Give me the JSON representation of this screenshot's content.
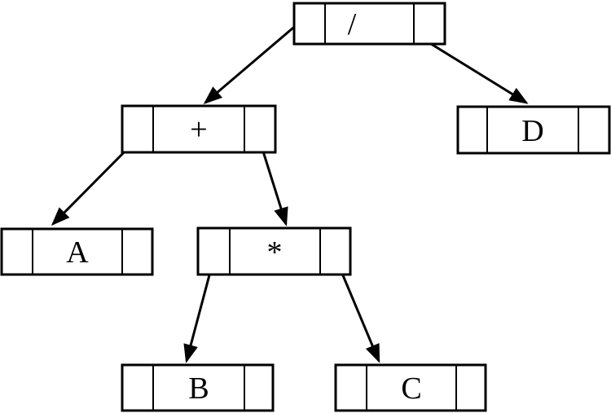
{
  "diagram": {
    "kind": "binary-expression-tree",
    "colors": {
      "stroke": "#000000",
      "background": "#ffffff"
    },
    "nodes": [
      {
        "id": "root",
        "label": "/"
      },
      {
        "id": "plus",
        "label": "+"
      },
      {
        "id": "D",
        "label": "D"
      },
      {
        "id": "A",
        "label": "A"
      },
      {
        "id": "star",
        "label": "*"
      },
      {
        "id": "B",
        "label": "B"
      },
      {
        "id": "C",
        "label": "C"
      }
    ],
    "edges": [
      {
        "from": "root",
        "fromCell": "left-pointer",
        "to": "plus"
      },
      {
        "from": "root",
        "fromCell": "right-pointer",
        "to": "D"
      },
      {
        "from": "plus",
        "fromCell": "left-pointer",
        "to": "A"
      },
      {
        "from": "plus",
        "fromCell": "right-pointer",
        "to": "star"
      },
      {
        "from": "star",
        "fromCell": "left-pointer",
        "to": "B"
      },
      {
        "from": "star",
        "fromCell": "right-pointer",
        "to": "C"
      }
    ]
  }
}
